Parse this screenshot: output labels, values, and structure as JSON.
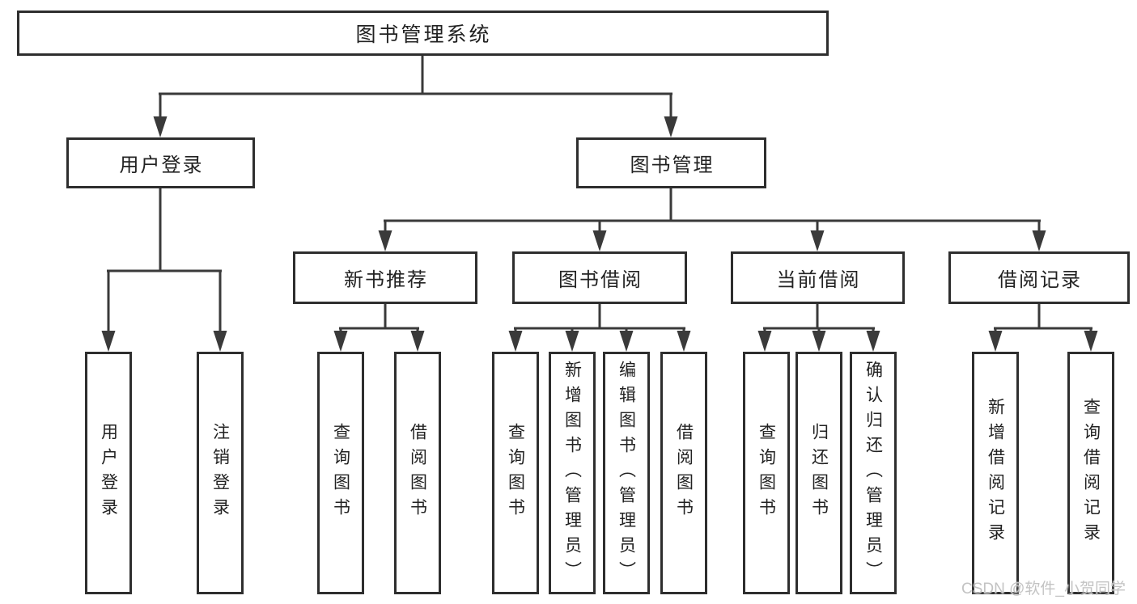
{
  "nodes": {
    "root": "图书管理系统",
    "user_login": "用户登录",
    "book_mgmt": "图书管理",
    "sections": [
      "新书推荐",
      "图书借阅",
      "当前借阅",
      "借阅记录"
    ],
    "leaves": {
      "a": [
        "用户登录",
        "注销登录"
      ],
      "b": [
        "查询图书",
        "借阅图书"
      ],
      "c": [
        "查询图书",
        "新增图书（管理员）",
        "编辑图书（管理员）",
        "借阅图书"
      ],
      "d": [
        "查询图书",
        "归还图书",
        "确认归还（管理员）"
      ],
      "e": [
        "新增借阅记录",
        "查询借阅记录"
      ]
    }
  },
  "watermark": "CSDN @软件_小贺同学",
  "colors": {
    "line": "#3a3a3a",
    "box_border": "#2e2e2e",
    "box_fill": "#ffffff",
    "text": "#222222",
    "watermark": "#c3c3c3",
    "background": "#ffffff"
  }
}
